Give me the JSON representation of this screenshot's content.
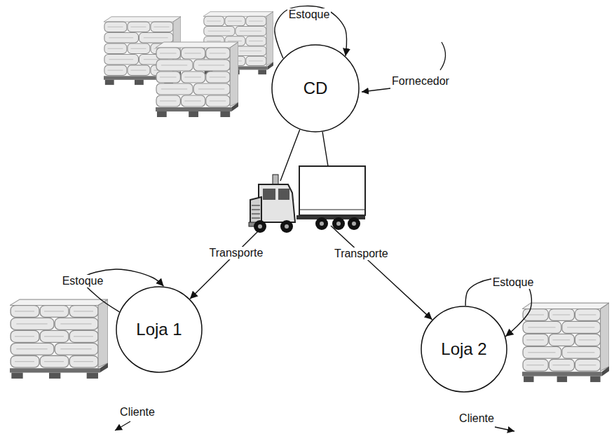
{
  "diagram": {
    "nodes": [
      {
        "text": [
          "CD"
        ]
      },
      {
        "text": [
          "Loja 1"
        ]
      },
      {
        "text": [
          "Loja 2"
        ]
      }
    ],
    "edges": [
      {
        "from": 0,
        "to": 0,
        "label": "Estoque",
        "arrow": "to"
      },
      {
        "from": 0,
        "to": 1,
        "label": "Transporte",
        "arrow": "to"
      },
      {
        "from": 0,
        "to": 2,
        "label": "Transporte",
        "arrow": "to"
      },
      {
        "from": 1,
        "to": 1,
        "label": "Estoque",
        "arrow": "to"
      },
      {
        "from": 2,
        "to": 2,
        "label": "Estoque",
        "arrow": "to"
      }
    ],
    "labels": [
      "Fornecedor",
      "Cliente",
      "Cliente"
    ]
  }
}
